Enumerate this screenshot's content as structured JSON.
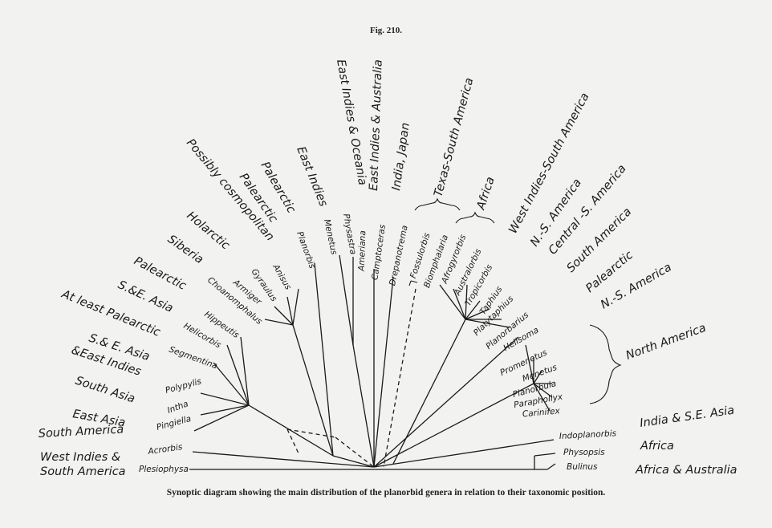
{
  "figure_number": "Fig. 210.",
  "caption": "Synoptic diagram showing the main distribution of the planorbid genera in relation to their taxonomic position.",
  "genera": [
    "Plesiophysa",
    "Acrorbis",
    "Pingiella",
    "Intha",
    "Polypylis",
    "Segmentina",
    "Helicorbis",
    "Hippeutis",
    "Gyraulus",
    "Anisus",
    "Planorbis",
    "Choanomphalus",
    "Armiger",
    "Menetus",
    "Physastra",
    "Ameriana",
    "Camptoceras",
    "Drepanotrema",
    "Fossulorbis",
    "Biomphalaria",
    "Afrogyrorbis",
    "Australorbis",
    "Tropicorbis",
    "Taphius",
    "Platytaphius",
    "Planorbarius",
    "Helisoma",
    "Promenetus",
    "Menetus",
    "Planorbula",
    "Paraphollyx",
    "Carinifex",
    "Indoplanorbis",
    "Physopsis",
    "Bulinus"
  ],
  "regions": {
    "left": [
      "West Indies &",
      "South America",
      "South America",
      "East Asia",
      "South Asia",
      "S.& E. Asia",
      "&East Indies",
      "At least Palearctic",
      "S.&E. Asia",
      "Palearctic",
      "Siberia",
      "Holarctic",
      "Possibly cosmopolitan",
      "Palearctic",
      "Palearctic",
      "East Indies",
      "East Indies & Oceania",
      "East Indies & Australia",
      "India, Japan",
      "Texas-South America",
      "Africa"
    ],
    "right": [
      "West Indies-South America",
      "N.-S. America",
      "Central -S. America",
      "South America",
      "Palearctic",
      "N.-S. America",
      "North America",
      "India & S.E. Asia",
      "Africa",
      "Africa & Australia"
    ]
  }
}
